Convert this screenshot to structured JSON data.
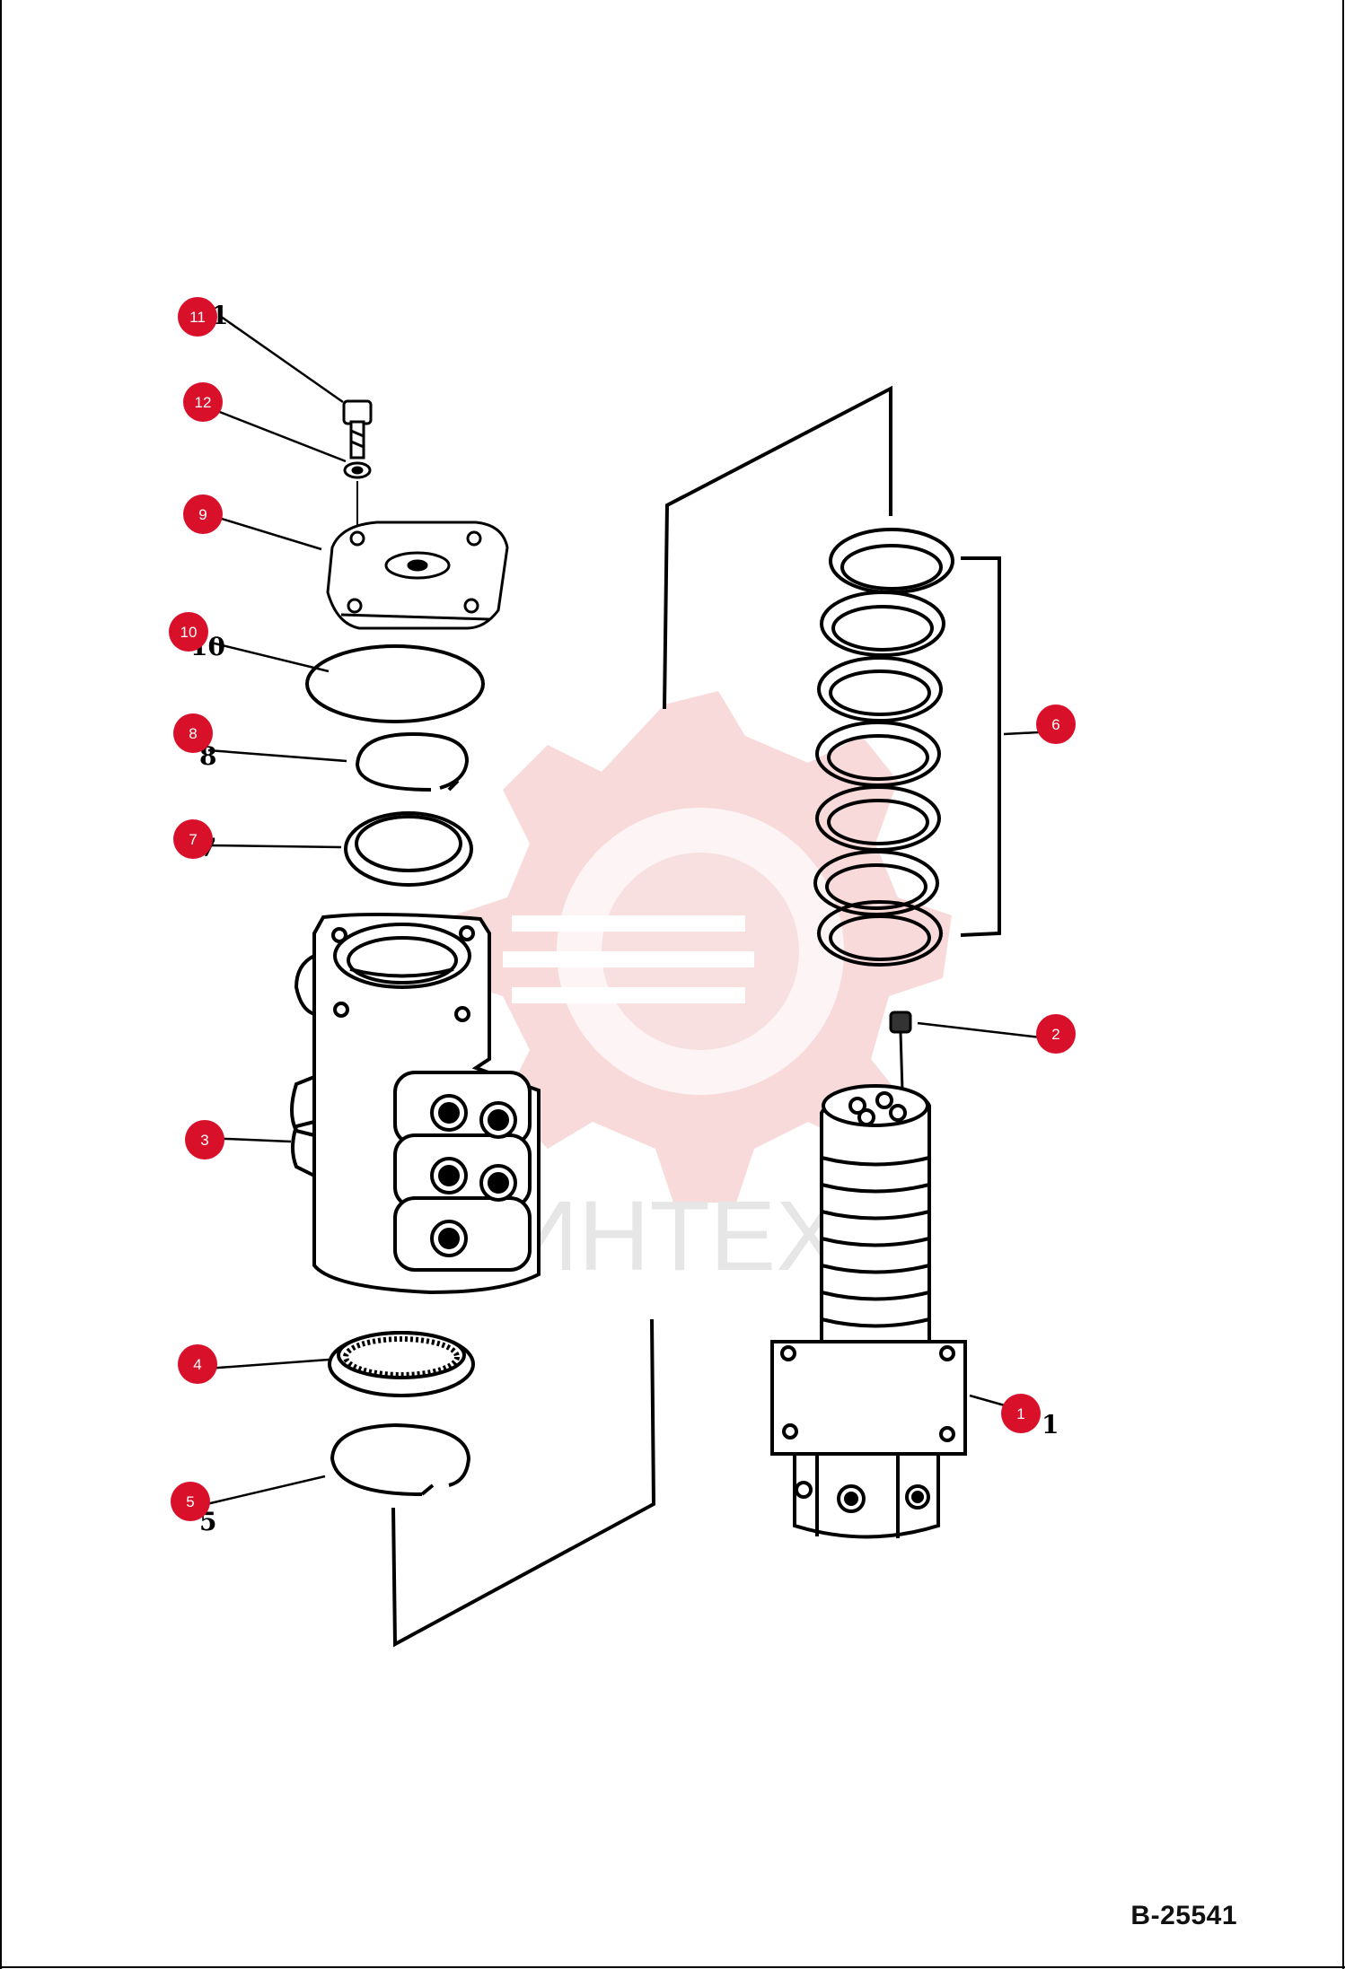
{
  "drawing_code": "B-25541",
  "callouts": [
    {
      "id": "callout-11",
      "label": "11"
    },
    {
      "id": "callout-12",
      "label": "12"
    },
    {
      "id": "callout-9",
      "label": "9"
    },
    {
      "id": "callout-10",
      "label": "10"
    },
    {
      "id": "callout-8",
      "label": "8"
    },
    {
      "id": "callout-7",
      "label": "7"
    },
    {
      "id": "callout-3",
      "label": "3"
    },
    {
      "id": "callout-4",
      "label": "4"
    },
    {
      "id": "callout-5",
      "label": "5"
    },
    {
      "id": "callout-6",
      "label": "6"
    },
    {
      "id": "callout-2",
      "label": "2"
    },
    {
      "id": "callout-1",
      "label": "1"
    }
  ],
  "watermark_text": "ИНТЕХ",
  "callout_color": "#d8102a",
  "watermark_color": "#f4c8c8"
}
